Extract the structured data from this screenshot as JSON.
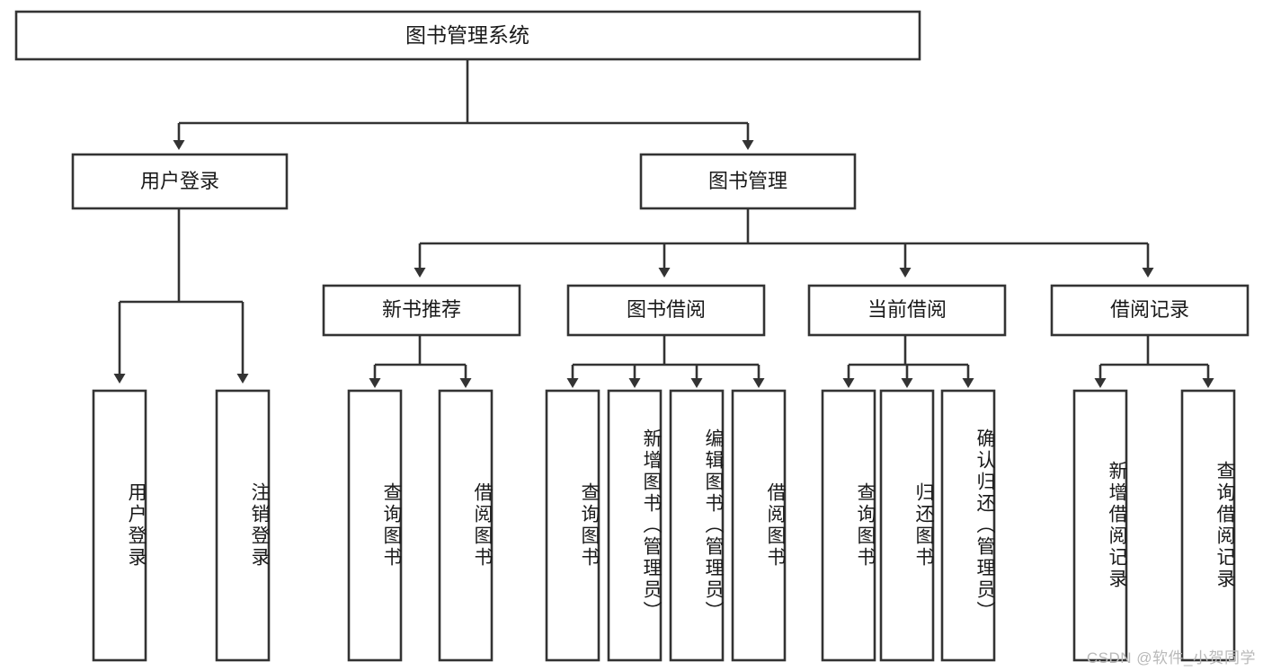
{
  "diagram": {
    "type": "tree",
    "title": "图书管理系统",
    "orientation": "top-down",
    "watermark": "CSDN @软件_小贺同学",
    "colors": {
      "stroke": "#333333",
      "fill": "#ffffff",
      "text": "#1a1a1a",
      "watermark": "#b9b9b9"
    },
    "root": {
      "label": "图书管理系统"
    },
    "level2": [
      {
        "label": "用户登录"
      },
      {
        "label": "图书管理"
      }
    ],
    "level3": [
      {
        "label": "新书推荐"
      },
      {
        "label": "图书借阅"
      },
      {
        "label": "当前借阅"
      },
      {
        "label": "借阅记录"
      }
    ],
    "leaves": {
      "user_login": [
        {
          "label": "用户登录"
        },
        {
          "label": "注销登录"
        }
      ],
      "new_book": [
        {
          "label": "查询图书"
        },
        {
          "label": "借阅图书"
        }
      ],
      "book_borrow": [
        {
          "label": "查询图书"
        },
        {
          "label": "新增图书（管理员）"
        },
        {
          "label": "编辑图书（管理员）"
        },
        {
          "label": "借阅图书"
        }
      ],
      "current_borrow": [
        {
          "label": "查询图书"
        },
        {
          "label": "归还图书"
        },
        {
          "label": "确认归还（管理员）"
        }
      ],
      "borrow_record": [
        {
          "label": "新增借阅记录"
        },
        {
          "label": "查询借阅记录"
        }
      ]
    }
  }
}
